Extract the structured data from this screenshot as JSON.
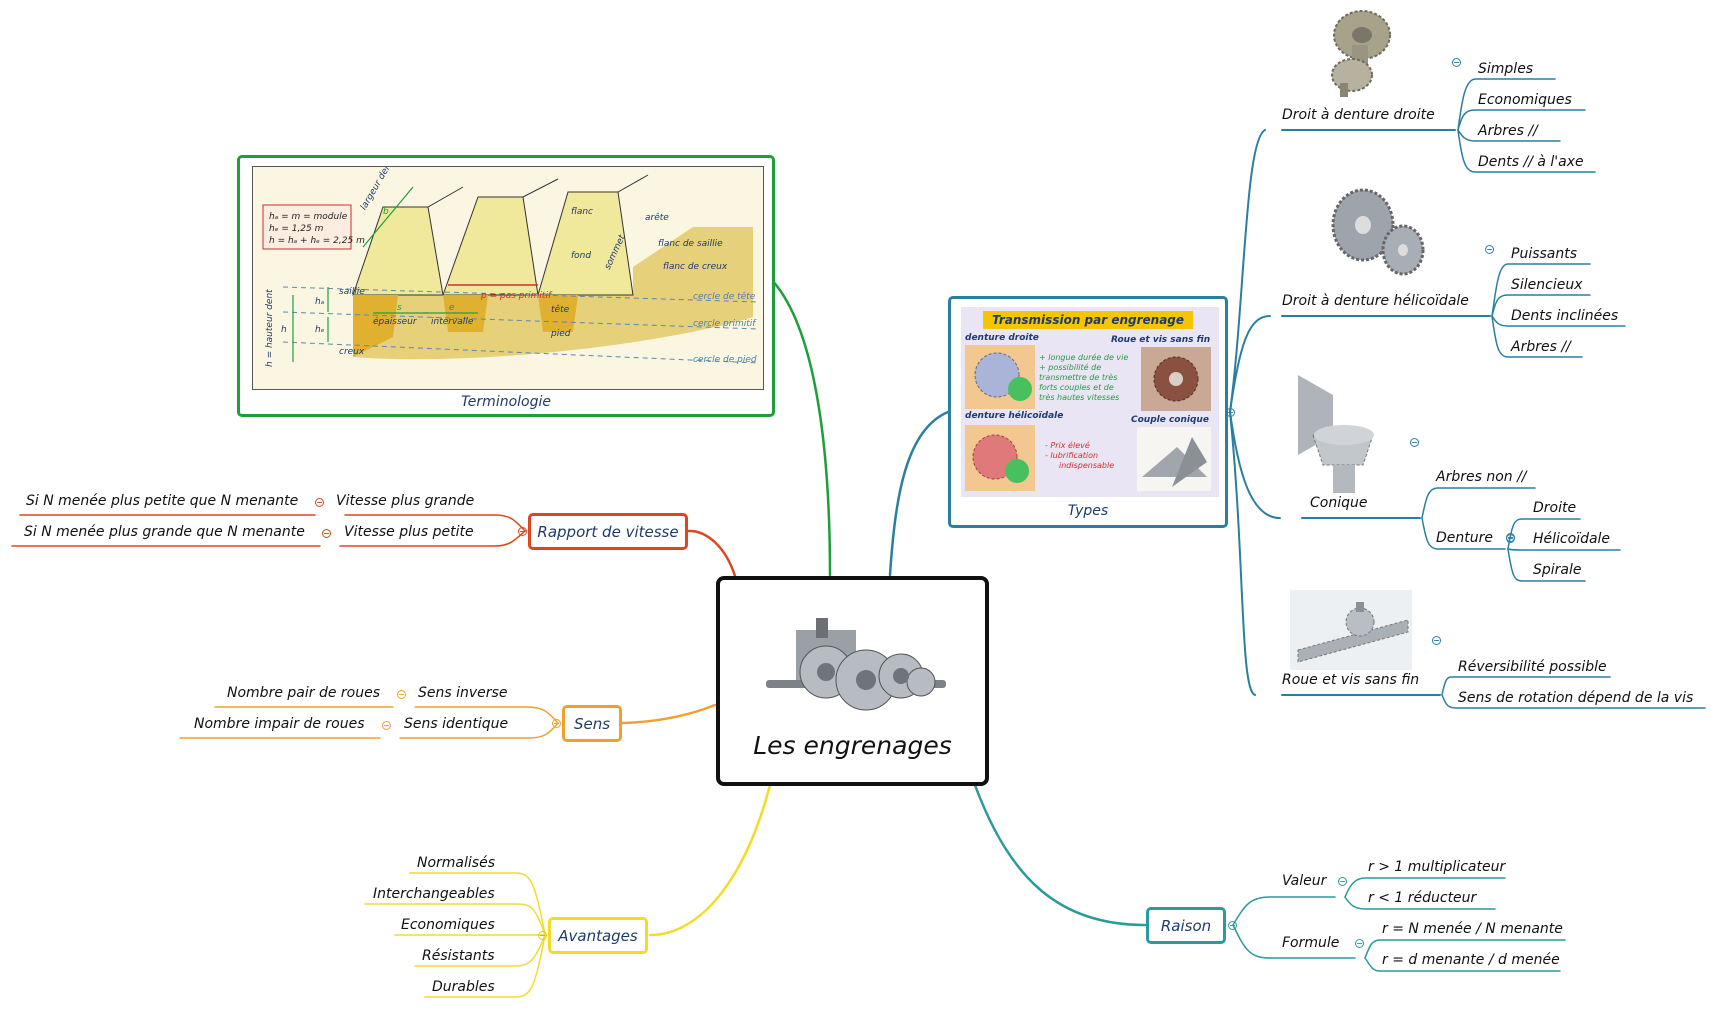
{
  "central": {
    "title": "Les engrenages"
  },
  "terminologie": {
    "caption": "Terminologie",
    "figure": {
      "formula": [
        "hₐ = m = module",
        "hₑ = 1,25 m",
        "h = hₐ + hₑ = 2,25 m"
      ],
      "labels": {
        "largeur": "largeur denture",
        "b": "b",
        "flanc": "flanc",
        "arete": "arête",
        "flanc_saillie": "flanc de saillie",
        "flanc_creux": "flanc de creux",
        "fond": "fond",
        "sommet": "sommet",
        "saillie": "saillie",
        "creux": "creux",
        "epaisseur": "épaisseur",
        "intervalle": "intervalle",
        "s": "s",
        "e": "e",
        "pas": "p = pas primitif",
        "tete": "tête",
        "pied": "pied",
        "ha": "hₐ",
        "hf": "hₑ",
        "h": "h",
        "hauteur": "h = hauteur dent",
        "cercle_tete": "cercle de tête",
        "cercle_primitif": "cercle primitif",
        "cercle_pied": "cercle de pied"
      }
    }
  },
  "types": {
    "caption": "Types",
    "panel": {
      "title": "Transmission par engrenage",
      "denture_droite": "denture droite",
      "roue_vis": "Roue et vis sans fin",
      "denture_helicoidale": "denture hélicoïdale",
      "couple_conique": "Couple conique",
      "avantages": [
        "+ longue durée de vie",
        "+ possibilité de",
        "transmettre de très",
        "forts couples et de",
        "très hautes vitesses"
      ],
      "inconvenients": [
        "- Prix élevé",
        "- lubrification",
        "indispensable"
      ]
    },
    "branches": [
      {
        "label": "Droit à denture droite",
        "children": [
          "Simples",
          "Economiques",
          "Arbres //",
          "Dents // à l'axe"
        ]
      },
      {
        "label": "Droit à denture hélicoïdale",
        "children": [
          "Puissants",
          "Silencieux",
          "Dents inclinées",
          "Arbres //"
        ]
      },
      {
        "label": "Conique",
        "children": [
          "Arbres non //",
          "Denture"
        ],
        "denture": [
          "Droite",
          "Hélicoïdale",
          "Spirale"
        ]
      },
      {
        "label": "Roue et vis sans fin",
        "children": [
          "Réversibilité possible",
          "Sens de rotation dépend de la vis"
        ]
      }
    ]
  },
  "rapport": {
    "label": "Rapport de vitesse",
    "rows": [
      {
        "cond": "Si N menée plus petite que N menante",
        "res": "Vitesse plus grande"
      },
      {
        "cond": "Si N menée plus grande que N menante",
        "res": "Vitesse plus petite"
      }
    ]
  },
  "sens": {
    "label": "Sens",
    "rows": [
      {
        "cond": "Nombre pair de roues",
        "res": "Sens inverse"
      },
      {
        "cond": "Nombre impair de roues",
        "res": "Sens identique"
      }
    ]
  },
  "avantages": {
    "label": "Avantages",
    "items": [
      "Normalisés",
      "Interchangeables",
      "Economiques",
      "Résistants",
      "Durables"
    ]
  },
  "raison": {
    "label": "Raison",
    "valeur": {
      "label": "Valeur",
      "items": [
        "r > 1 multiplicateur",
        "r < 1 réducteur"
      ]
    },
    "formule": {
      "label": "Formule",
      "items": [
        "r  = N menée / N menante",
        "r = d menante / d menée"
      ]
    }
  },
  "colors": {
    "green": "#1e9e3a",
    "teal": "#2a7fa0",
    "orange_red": "#d9481e",
    "orange": "#f0a030",
    "yellow": "#f2dc2a",
    "raison": "#2a9a9a",
    "text_blue": "#1e3a6e"
  }
}
